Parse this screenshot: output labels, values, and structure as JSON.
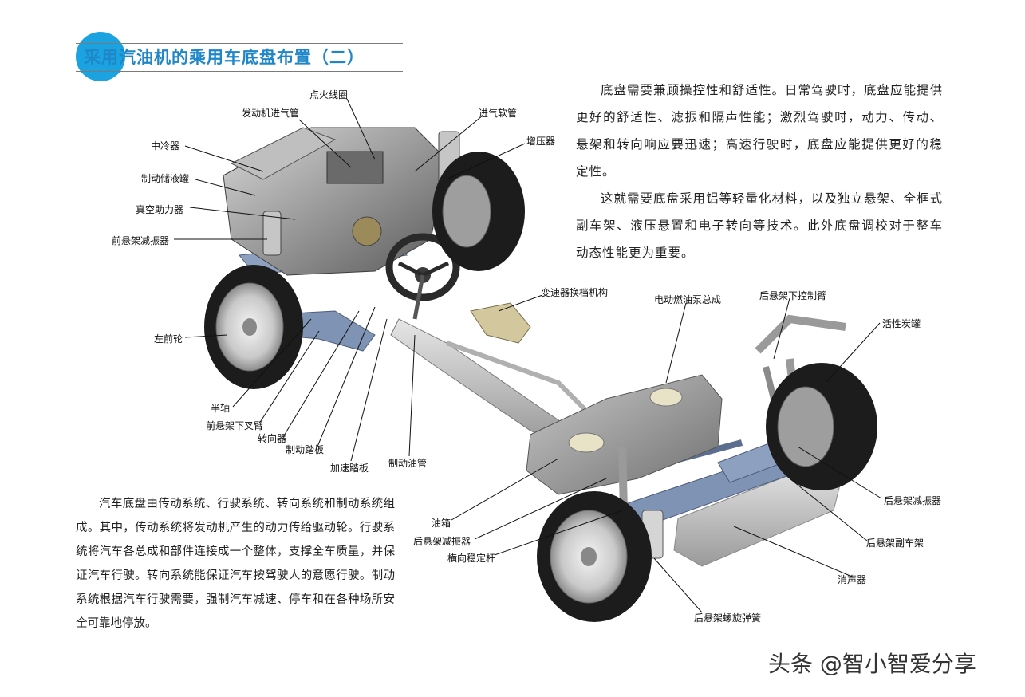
{
  "title": "采用汽油机的乘用车底盘布置（二）",
  "intro_right": [
    "底盘需要兼顾操控性和舒适性。日常驾驶时，底盘应能提供更好的舒适性、滤振和隔声性能；激烈驾驶时，动力、传动、悬架和转向响应要迅速；高速行驶时，底盘应能提供更好的稳定性。",
    "这就需要底盘采用铝等轻量化材料，以及独立悬架、全框式副车架、液压悬置和电子转向等技术。此外底盘调校对于整车动态性能更为重要。"
  ],
  "intro_left": "汽车底盘由传动系统、行驶系统、转向系统和制动系统组成。其中，传动系统将发动机产生的动力传给驱动轮。行驶系统将汽车各总成和部件连接成一个整体，支撑全车质量，并保证汽车行驶。转向系统能保证汽车按驾驶人的意愿行驶。制动系统根据汽车行驶需要，强制汽车减速、停车和在各种场所安全可靠地停放。",
  "labels": {
    "ignition_coil": "点火线圈",
    "engine_intake_pipe": "发动机进气管",
    "intake_hose": "进气软管",
    "intercooler": "中冷器",
    "turbocharger": "增压器",
    "brake_fluid_reservoir": "制动储液罐",
    "vacuum_booster": "真空助力器",
    "front_shock_absorber": "前悬架减振器",
    "left_front_wheel": "左前轮",
    "half_shaft": "半轴",
    "front_lower_control_arm": "前悬架下叉臂",
    "steering_gear": "转向器",
    "brake_pedal": "制动踏板",
    "accelerator_pedal": "加速踏板",
    "brake_line": "制动油管",
    "gear_shift_mechanism": "变速器换档机构",
    "electric_fuel_pump": "电动燃油泵总成",
    "rear_lower_control_arm": "后悬架下控制臂",
    "carbon_canister": "活性炭罐",
    "fuel_tank": "油箱",
    "rear_shock_absorber_left": "后悬架减振器",
    "stabilizer_bar": "横向稳定杆",
    "rear_coil_spring": "后悬架螺旋弹簧",
    "muffler": "消声器",
    "rear_subframe": "后悬架副车架",
    "rear_shock_absorber_right": "后悬架减振器"
  },
  "watermark": "头条 @智小智爱分享",
  "colors": {
    "title_accent": "#1aa3e0",
    "title_text": "#1f86c7",
    "frame_blue": "#7f93b5",
    "tire": "#1c1c1c"
  }
}
